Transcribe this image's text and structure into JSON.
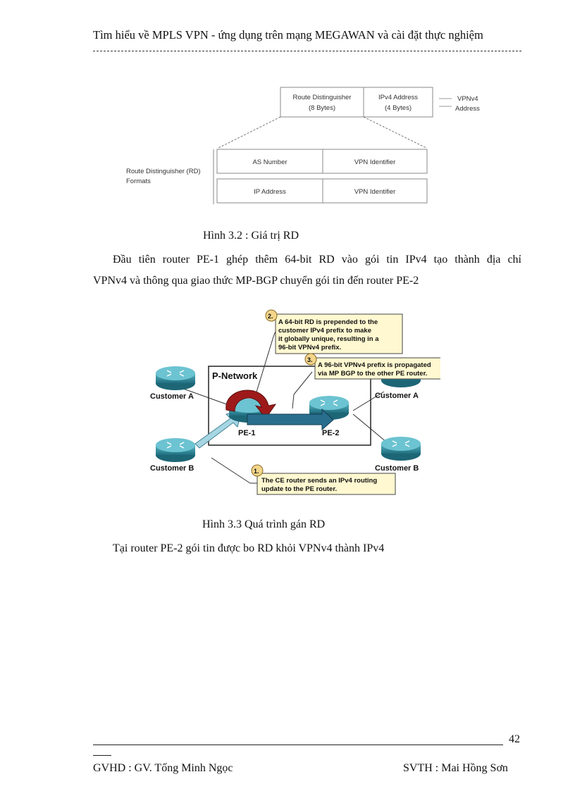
{
  "header": {
    "title": "Tìm hiểu về MPLS VPN - ứng dụng trên mạng MEGAWAN  và cài đặt thực nghiệm"
  },
  "figure_rd": {
    "top_cells": [
      "Route Distinguisher",
      "(8 Bytes)",
      "IPv4 Address",
      "(4 Bytes)"
    ],
    "vpnv4_label": [
      "VPNv4",
      "Address"
    ],
    "formats_label": [
      "Route Distinguisher (RD)",
      "Formats"
    ],
    "format_rows": [
      [
        "AS Number",
        "VPN Identifier"
      ],
      [
        "IP Address",
        "VPN Identifier"
      ]
    ],
    "caption": "Hình 3.2 : Giá trị RD"
  },
  "paragraph_1": {
    "line1": "Đầu tiên router PE-1 ghép thêm 64-bit RD vào gói tin IPv4 tạo thành địa chỉ",
    "line2": "VPNv4  và  thông qua giao  thức MP-BGP chuyển gói  tin đến router PE-2"
  },
  "figure_process": {
    "network_label": "P-Network",
    "routers": {
      "pe1": "PE-1",
      "pe2": "PE-2",
      "customer_a_left": "Customer A",
      "customer_b_left": "Customer B",
      "customer_a_right": "Customer A",
      "customer_b_right": "Customer B"
    },
    "callouts": [
      {
        "num": "2.",
        "lines": [
          "A 64-bit RD is prepended to the",
          "customer IPv4 prefix to make",
          "it globally unique, resulting in a",
          "96-bit VPNv4 prefix."
        ]
      },
      {
        "num": "3.",
        "lines": [
          "A 96-bit VPNv4 prefix is propagated",
          "via MP BGP to the other PE router."
        ]
      },
      {
        "num": "1.",
        "lines": [
          "The CE router sends an IPv4 routing",
          "update to the PE router."
        ]
      }
    ],
    "colors": {
      "router": "#2f8fa0",
      "callout_bg": "#fff8d0",
      "red_arrow": "#9e1a1a",
      "blue_arrow": "#2a6e8e"
    },
    "caption": "Hình 3.3 Quá trình gán RD"
  },
  "paragraph_2": {
    "text": "Tại router PE-2 gói tin được bo RD khỏi VPNv4  thành IPv4"
  },
  "footer": {
    "page_number": "42",
    "left": "GVHD  : GV. Tống Minh Ngọc",
    "right": "SVTH  : Mai Hồng Sơn"
  }
}
